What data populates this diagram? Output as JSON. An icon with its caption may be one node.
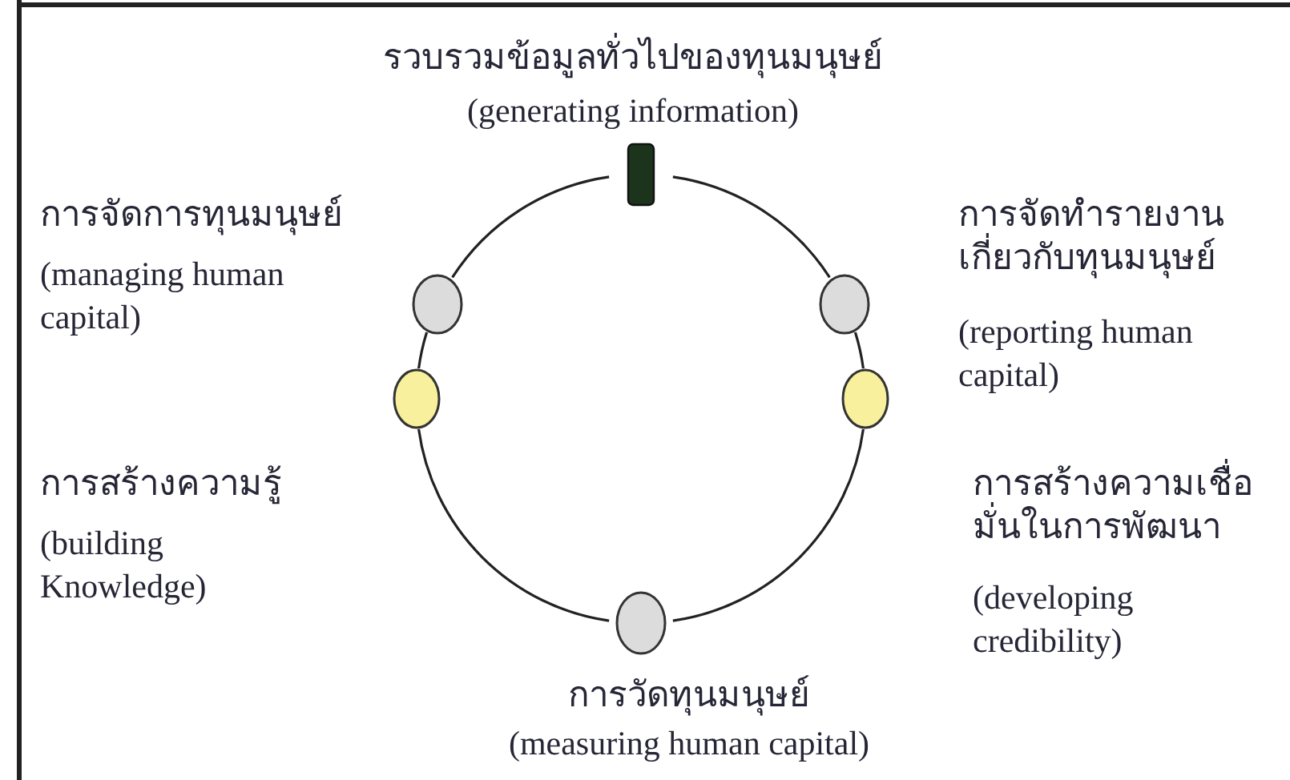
{
  "diagram": {
    "nodes": [
      {
        "text": [],
        "shape": "bar",
        "beside": [
          "รวบรวมข้อมูลทั่วไปของทุนมนุษย์",
          "(generating information)"
        ]
      },
      {
        "text": [],
        "shape": "circle",
        "beside": [
          "การจัดการทุนมนุษย์",
          "(managing human capital)"
        ]
      },
      {
        "text": [],
        "shape": "circle",
        "beside": [
          "การจัดทำรายงานเกี่ยวกับทุนมนุษย์",
          "(reporting human capital)"
        ]
      },
      {
        "text": [],
        "shape": "circle",
        "beside": [
          "การสร้างความรู้",
          "(building Knowledge)"
        ]
      },
      {
        "text": [],
        "shape": "circle",
        "beside": [
          "การสร้างความเชื่อมั่นในการพัฒนา",
          "(developing credibility)"
        ]
      },
      {
        "text": [],
        "shape": "circle",
        "beside": [
          "การวัดทุนมนุษย์",
          "(measuring human capital)"
        ]
      }
    ],
    "edges": [
      {
        "from": 0,
        "to": 2,
        "arrow": "none"
      },
      {
        "from": 2,
        "to": 4,
        "arrow": "none"
      },
      {
        "from": 4,
        "to": 5,
        "arrow": "none"
      },
      {
        "from": 5,
        "to": 3,
        "arrow": "none"
      },
      {
        "from": 3,
        "to": 1,
        "arrow": "none"
      },
      {
        "from": 1,
        "to": 0,
        "arrow": "none"
      }
    ]
  }
}
